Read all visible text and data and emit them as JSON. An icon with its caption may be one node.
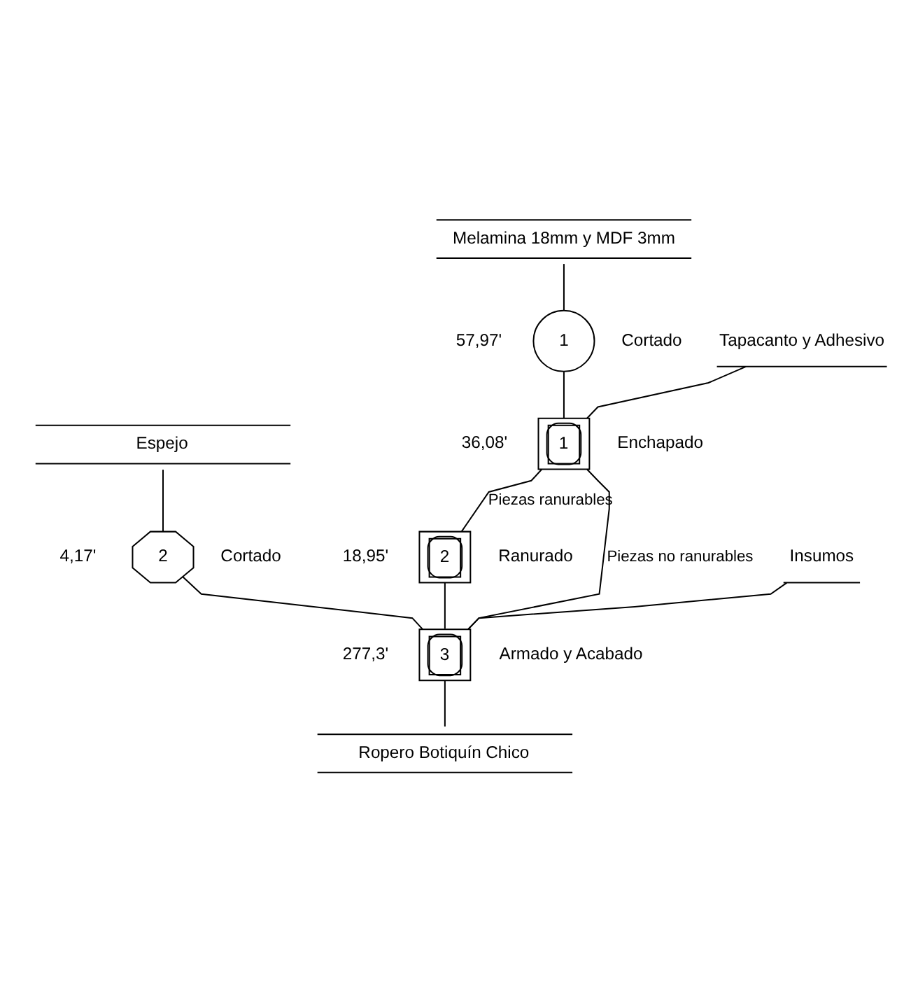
{
  "diagram": {
    "nodes": [
      {
        "text": [
          "Espejo"
        ]
      },
      {
        "text": [
          "Melamina 18mm y MDF 3mm"
        ]
      },
      {
        "text": [
          "2"
        ],
        "beside": [
          "4,17'",
          "Cortado"
        ]
      },
      {
        "text": [
          "1"
        ],
        "beside": [
          "57,97'",
          "Cortado"
        ]
      },
      {
        "text": [
          "Tapacanto y Adhesivo"
        ]
      },
      {
        "text": [
          "1"
        ],
        "beside": [
          "36,08'",
          "Enchapado"
        ]
      },
      {
        "text": [
          "2"
        ],
        "beside": [
          "18,95'",
          "Ranurado"
        ]
      },
      {
        "text": [
          "Insumos"
        ]
      },
      {
        "text": [
          "3"
        ],
        "beside": [
          "277,3'",
          "Armado y Acabado"
        ]
      },
      {
        "text": [
          "Ropero Botiquín Chico"
        ]
      }
    ],
    "edges": [
      {
        "from": 0,
        "to": 2,
        "arrow": "none"
      },
      {
        "from": 1,
        "to": 3,
        "arrow": "none"
      },
      {
        "from": 3,
        "to": 5,
        "arrow": "none"
      },
      {
        "from": 4,
        "to": 5,
        "arrow": "none"
      },
      {
        "from": 5,
        "to": 6,
        "arrow": "none",
        "label": "Piezas ranurables"
      },
      {
        "from": 5,
        "to": 8,
        "arrow": "none",
        "label": "Piezas no ranurables"
      },
      {
        "from": 6,
        "to": 8,
        "arrow": "none"
      },
      {
        "from": 7,
        "to": 8,
        "arrow": "none"
      },
      {
        "from": 2,
        "to": 8,
        "arrow": "none"
      },
      {
        "from": 8,
        "to": 9,
        "arrow": "none"
      }
    ]
  }
}
